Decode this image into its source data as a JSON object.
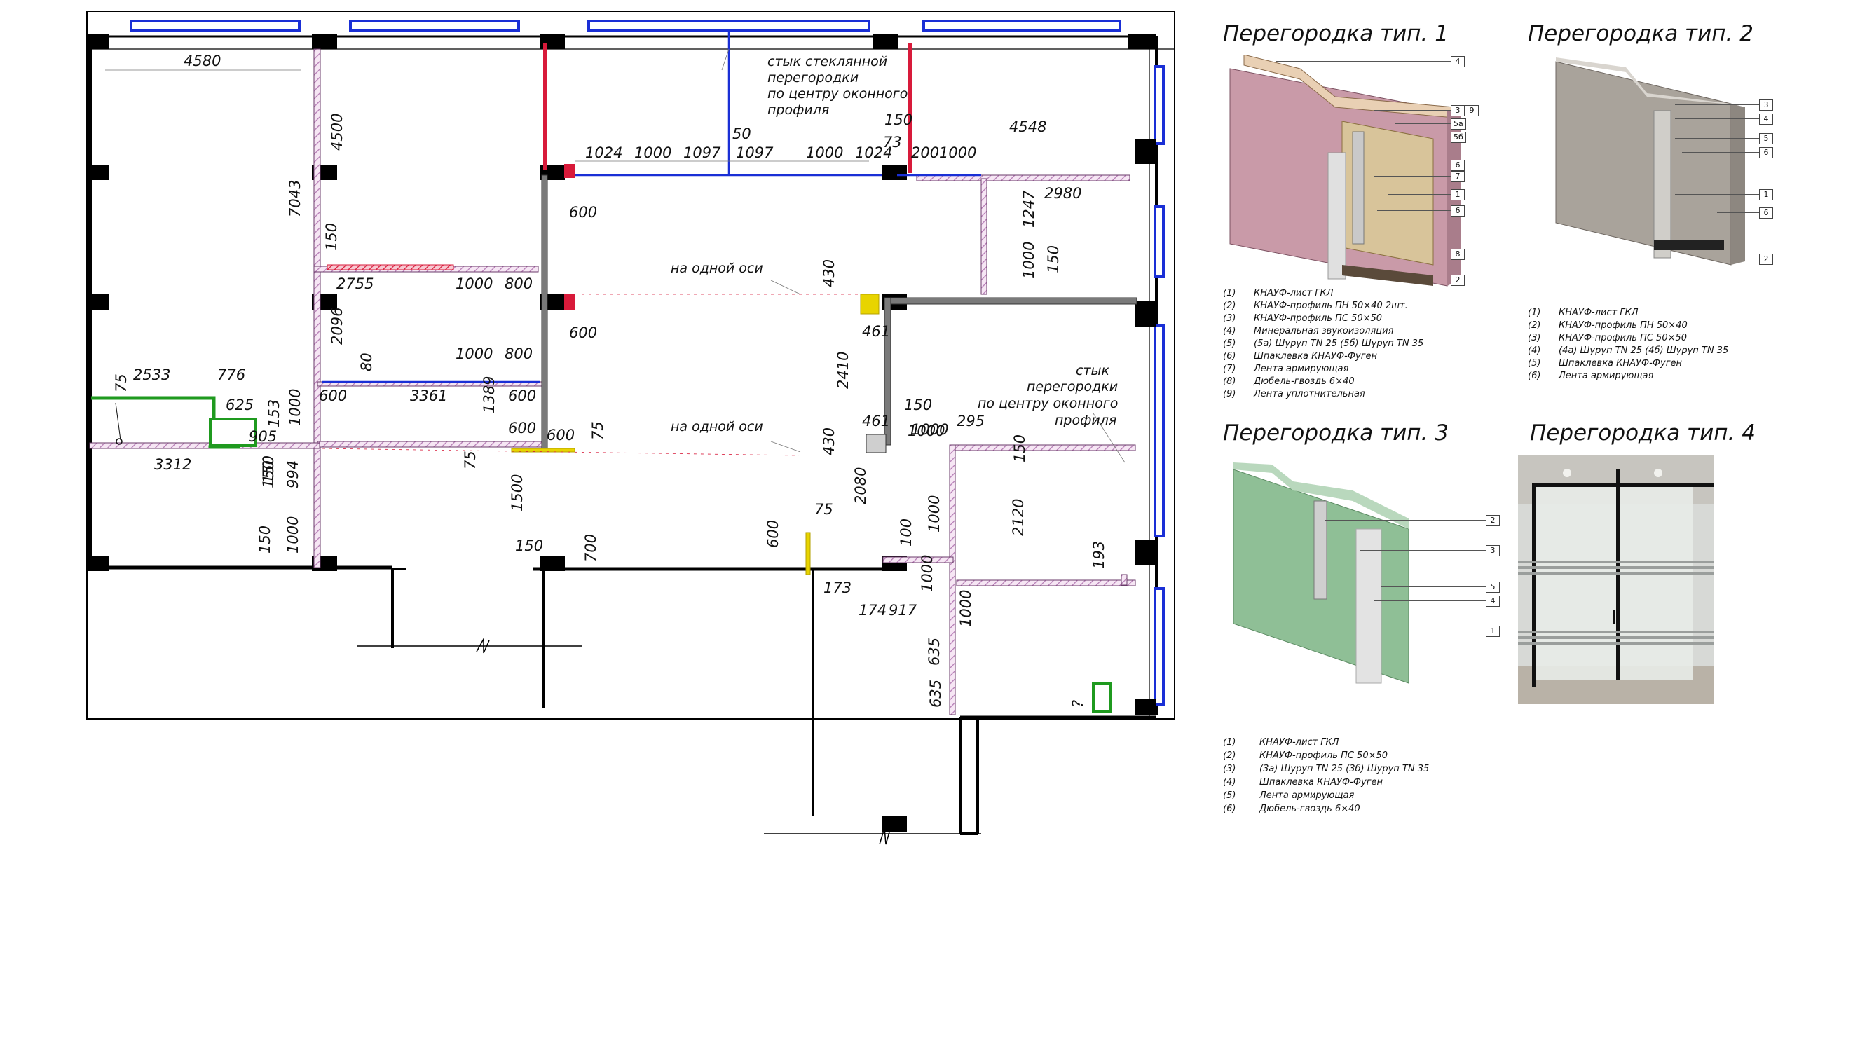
{
  "plan": {
    "dims": [
      "4580",
      "4500",
      "7043",
      "150",
      "2755",
      "1000",
      "800",
      "2096",
      "80",
      "1000",
      "800",
      "600",
      "3361",
      "600",
      "1389",
      "600",
      "600",
      "75",
      "2533",
      "776",
      "75",
      "625",
      "153",
      "1000",
      "905",
      "150",
      "3312",
      "150",
      "994",
      "150",
      "1000",
      "75",
      "1500",
      "150",
      "700",
      "600",
      "75",
      "1024",
      "1000",
      "1097",
      "1097",
      "1000",
      "1024",
      "50",
      "150",
      "73",
      "200",
      "1000",
      "4548",
      "600",
      "600",
      "430",
      "461",
      "2410",
      "430",
      "461",
      "2080",
      "1000",
      "100",
      "1000",
      "2980",
      "1247",
      "1000",
      "150",
      "150",
      "1000",
      "295",
      "150",
      "2120",
      "193",
      "1000",
      "173",
      "174",
      "917",
      "1000",
      "635",
      "635",
      "?"
    ],
    "notes": {
      "glass_joint": [
        "стык стеклянной",
        "перегородки",
        "по центру оконного",
        "профиля"
      ],
      "partition_joint": [
        "стык",
        "перегородки",
        "по центру оконного",
        "профиля"
      ],
      "axis1": "на одной оси",
      "axis2": "на одной оси"
    }
  },
  "types": {
    "t1": {
      "title": "Перегородка тип. 1",
      "callouts": [
        "4",
        "3",
        "9",
        "5а",
        "5б",
        "6",
        "7",
        "1",
        "6",
        "8",
        "2"
      ],
      "legend": [
        {
          "n": "(1)",
          "t": "КНАУФ-лист ГКЛ"
        },
        {
          "n": "(2)",
          "t": "КНАУФ-профиль ПН 50×40 2шт."
        },
        {
          "n": "(3)",
          "t": "КНАУФ-профиль ПС 50×50"
        },
        {
          "n": "(4)",
          "t": "Минеральная звукоизоляция"
        },
        {
          "n": "(5)",
          "t": "(5а) Шуруп TN 25   (5б) Шуруп TN 35"
        },
        {
          "n": "(6)",
          "t": "Шпаклевка КНАУФ-Фуген"
        },
        {
          "n": "(7)",
          "t": "Лента армирующая"
        },
        {
          "n": "(8)",
          "t": "Дюбель-гвоздь 6×40"
        },
        {
          "n": "(9)",
          "t": "Лента уплотнительная"
        }
      ]
    },
    "t2": {
      "title": "Перегородка тип. 2",
      "callouts": [
        "3",
        "4",
        "5",
        "6",
        "1",
        "6",
        "2"
      ],
      "legend": [
        {
          "n": "(1)",
          "t": "КНАУФ-лист ГКЛ"
        },
        {
          "n": "(2)",
          "t": "КНАУФ-профиль ПН 50×40"
        },
        {
          "n": "(3)",
          "t": "КНАУФ-профиль ПС 50×50"
        },
        {
          "n": "(4)",
          "t": "(4а) Шуруп TN 25   (4б) Шуруп TN 35"
        },
        {
          "n": "(5)",
          "t": "Шпаклевка КНАУФ-Фуген"
        },
        {
          "n": "(6)",
          "t": "Лента армирующая"
        }
      ]
    },
    "t3": {
      "title": "Перегородка тип. 3",
      "callouts": [
        "2",
        "3",
        "5",
        "4",
        "1"
      ],
      "legend": [
        {
          "n": "(1)",
          "t": "КНАУФ-лист ГКЛ"
        },
        {
          "n": "(2)",
          "t": "КНАУФ-профиль ПС 50×50"
        },
        {
          "n": "(3)",
          "t": "(3а) Шуруп TN 25   (3б) Шуруп TN 35"
        },
        {
          "n": "(4)",
          "t": "Шпаклевка КНАУФ-Фуген"
        },
        {
          "n": "(5)",
          "t": "Лента армирующая"
        },
        {
          "n": "(6)",
          "t": "Дюбель-гвоздь 6×40"
        }
      ]
    },
    "t4": {
      "title": "Перегородка тип. 4"
    }
  },
  "colors": {
    "wall": "#000000",
    "hatch": "#c89ac8",
    "window": "#1a2fd6",
    "red": "#d81a3a",
    "green": "#1f9a1f",
    "yellow": "#e8d400",
    "panel1": "#c99aa8",
    "panel2": "#a9a39b",
    "panel3": "#8fbf96"
  }
}
